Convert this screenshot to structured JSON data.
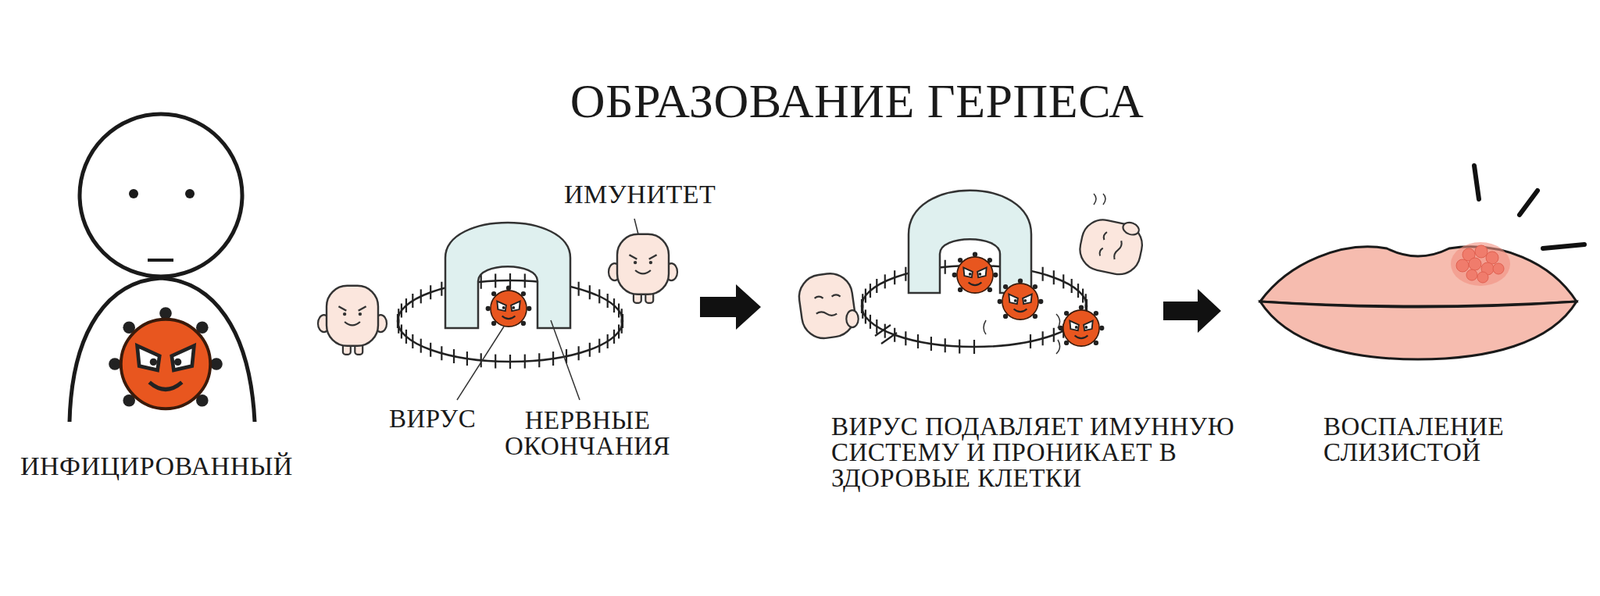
{
  "diagram": {
    "title": "ОБРАЗОВАНИЕ ГЕРПЕСА",
    "labels": [
      "ИНФИЦИРОВАННЫЙ",
      "ИМУНИТЕТ",
      "ВИРУС",
      "НЕРВНЫЕ ОКОНЧАНИЯ",
      "ВИРУС ПОДАВЛЯЕТ ИМУННУЮ СИСТЕМУ И ПРОНИКАЕТ В ЗДОРОВЫЕ КЛЕТКИ",
      "ВОСПАЛЕНИЕ СЛИЗИСТОЙ"
    ]
  }
}
